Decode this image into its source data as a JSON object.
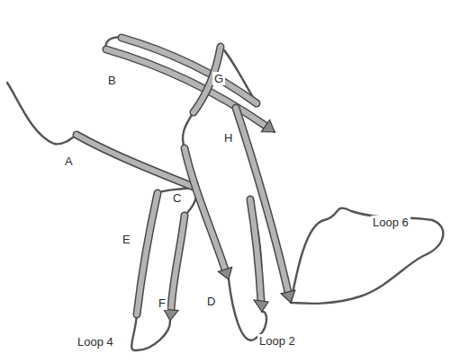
{
  "diagram": {
    "labels": [
      "B",
      "G",
      "A",
      "H",
      "Loop 6",
      "C",
      "E",
      "F",
      "D",
      "Loop 4",
      "Loop 2"
    ]
  }
}
